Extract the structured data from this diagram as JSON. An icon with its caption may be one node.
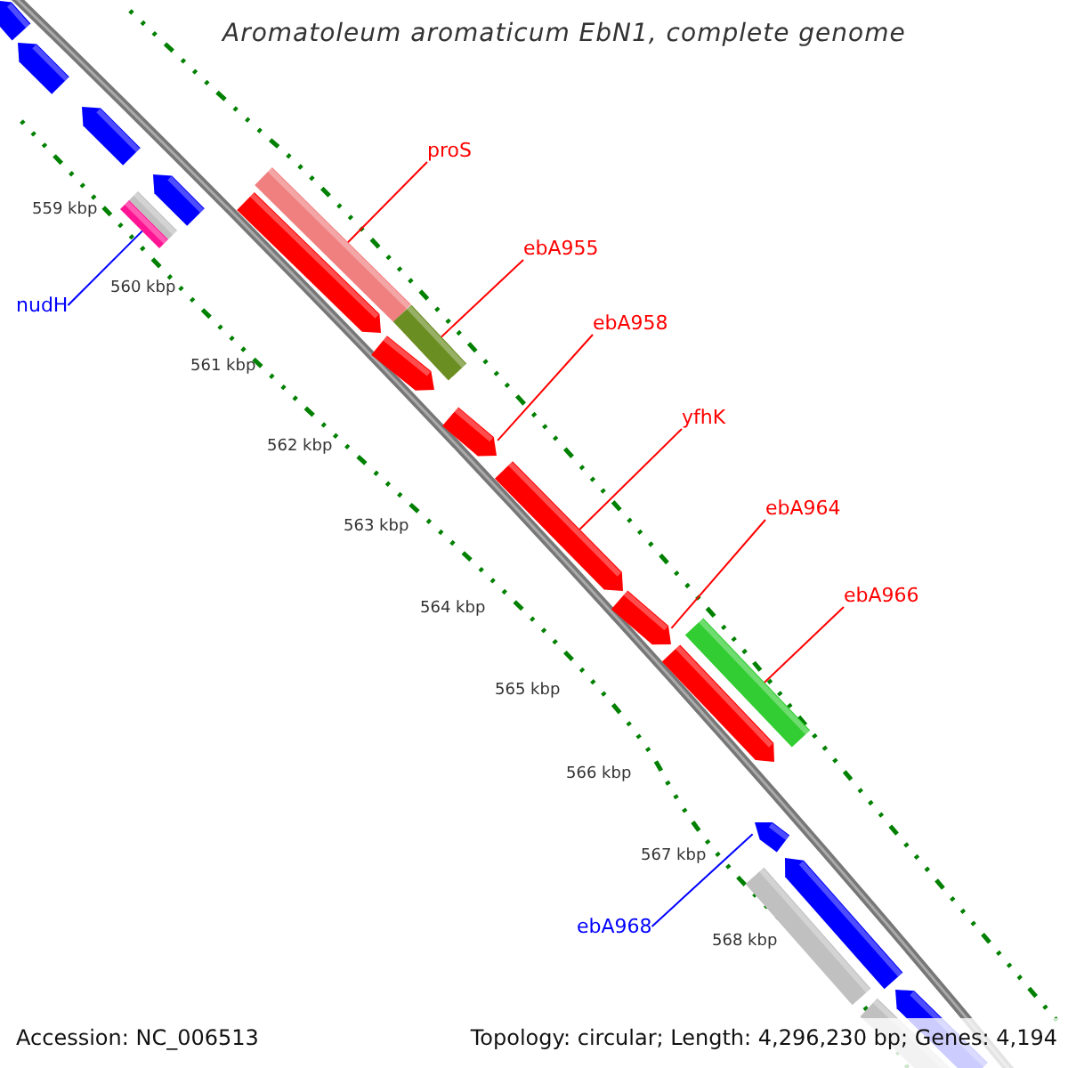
{
  "diagram": {
    "title": "Aromatoleum aromaticum EbN1, complete genome",
    "nodes": [
      {
        "text": [
          "nudH"
        ]
      },
      {
        "text": [],
        "shape": "bar"
      },
      {
        "text": [
          "proS"
        ]
      },
      {
        "text": [],
        "shape": "bar"
      },
      {
        "text": [
          "ebA955"
        ]
      },
      {
        "text": [],
        "shape": "bar"
      },
      {
        "text": [
          "ebA958"
        ]
      },
      {
        "text": [],
        "shape": "bar"
      },
      {
        "text": [
          "yfhK"
        ]
      },
      {
        "text": [],
        "shape": "bar"
      },
      {
        "text": [
          "ebA964"
        ]
      },
      {
        "text": [],
        "shape": "bar"
      },
      {
        "text": [
          "ebA966"
        ]
      },
      {
        "text": [],
        "shape": "bar"
      },
      {
        "text": [
          "ebA968"
        ]
      },
      {
        "text": [],
        "shape": "bar"
      }
    ],
    "edges": [
      {
        "from": 0,
        "to": 1,
        "arrow": "none",
        "color": "#0000ff"
      },
      {
        "from": 2,
        "to": 3,
        "arrow": "none"
      },
      {
        "from": 4,
        "to": 5,
        "arrow": "none"
      },
      {
        "from": 6,
        "to": 7,
        "arrow": "none"
      },
      {
        "from": 8,
        "to": 9,
        "arrow": "none"
      },
      {
        "from": 10,
        "to": 11,
        "arrow": "none"
      },
      {
        "from": 12,
        "to": 13,
        "arrow": "none"
      },
      {
        "from": 14,
        "to": 15,
        "arrow": "none",
        "color": "#0000ff"
      }
    ],
    "labels": [
      "559 kbp",
      "560 kbp",
      "561 kbp",
      "562 kbp",
      "563 kbp",
      "564 kbp",
      "565 kbp",
      "566 kbp",
      "567 kbp",
      "568 kbp",
      "Accession: NC_006513",
      "Topology: circular; Length: 4,296,230 bp; Genes: 4,194"
    ]
  }
}
